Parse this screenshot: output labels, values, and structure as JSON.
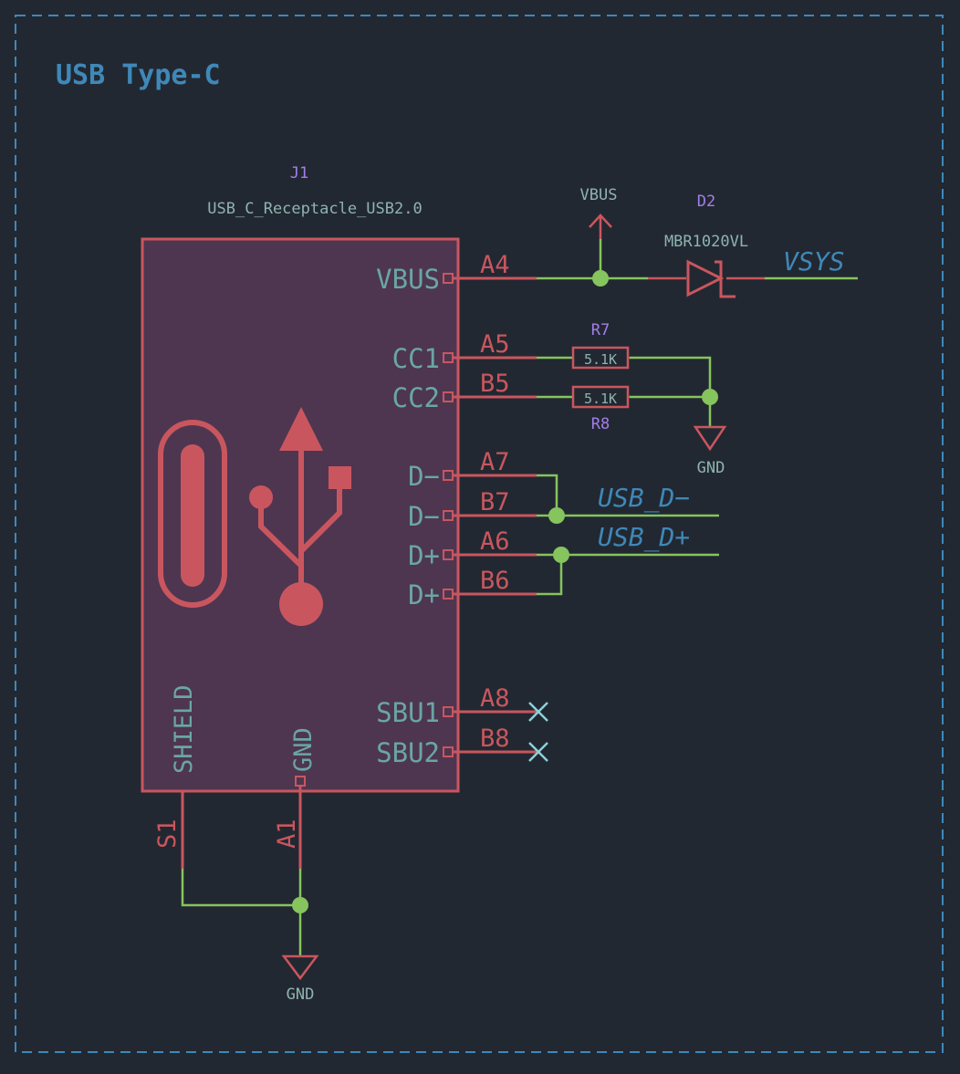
{
  "sheet": {
    "title": "USB Type-C"
  },
  "connector": {
    "ref": "J1",
    "value": "USB_C_Receptacle_USB2.0",
    "pins_right": [
      {
        "name": "VBUS",
        "num": "A4"
      },
      {
        "name": "CC1",
        "num": "A5"
      },
      {
        "name": "CC2",
        "num": "B5"
      },
      {
        "name": "D−",
        "num": "A7"
      },
      {
        "name": "D−",
        "num": "B7"
      },
      {
        "name": "D+",
        "num": "A6"
      },
      {
        "name": "D+",
        "num": "B6"
      },
      {
        "name": "SBU1",
        "num": "A8"
      },
      {
        "name": "SBU2",
        "num": "B8"
      }
    ],
    "pins_bottom": [
      {
        "name": "SHIELD",
        "num": "S1"
      },
      {
        "name": "GND",
        "num": "A1"
      }
    ]
  },
  "diode": {
    "ref": "D2",
    "value": "MBR1020VL"
  },
  "resistors": [
    {
      "ref": "R7",
      "value": "5.1K"
    },
    {
      "ref": "R8",
      "value": "5.1K"
    }
  ],
  "power": {
    "vbus": "VBUS",
    "gnd_cc": "GND",
    "gnd_main": "GND"
  },
  "labels": {
    "vsys": "VSYS",
    "usb_dm": "USB_D−",
    "usb_dp": "USB_D+"
  },
  "colors": {
    "background": "#222831",
    "symbol": "#c9565f",
    "symbol_fill": "#4e3650",
    "wire": "#86c45e",
    "pin_name": "#6aa6a4",
    "reference": "#a37ee8",
    "value": "#8fb3b0",
    "net_label": "#3f88b8",
    "no_connect": "#8ed0d8",
    "border": "#3f88b8"
  }
}
